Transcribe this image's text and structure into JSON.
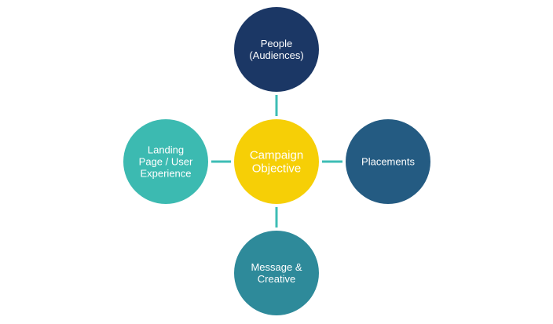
{
  "diagram": {
    "type": "hub-and-spoke",
    "center": {
      "id": "campaign-objective",
      "lines": [
        "Campaign",
        "Objective"
      ],
      "color": "#F6CF06",
      "text_color": "#FBEBA0"
    },
    "nodes": [
      {
        "id": "people-audiences",
        "position": "top",
        "lines": [
          "People",
          "(Audiences)"
        ],
        "color": "#1B3765",
        "text_color": "#FFFFFF"
      },
      {
        "id": "placements",
        "position": "right",
        "lines": [
          "Placements"
        ],
        "color": "#245B82",
        "text_color": "#FFFFFF"
      },
      {
        "id": "message-creative",
        "position": "bottom",
        "lines": [
          "Message &",
          "Creative"
        ],
        "color": "#2E8A9A",
        "text_color": "#FFFFFF"
      },
      {
        "id": "landing-page-user-experience",
        "position": "left",
        "lines": [
          "Landing",
          "Page / User",
          "Experience"
        ],
        "color": "#3CBAB1",
        "text_color": "#FFFFFF"
      }
    ],
    "connector_color": "#3DBDB5"
  }
}
